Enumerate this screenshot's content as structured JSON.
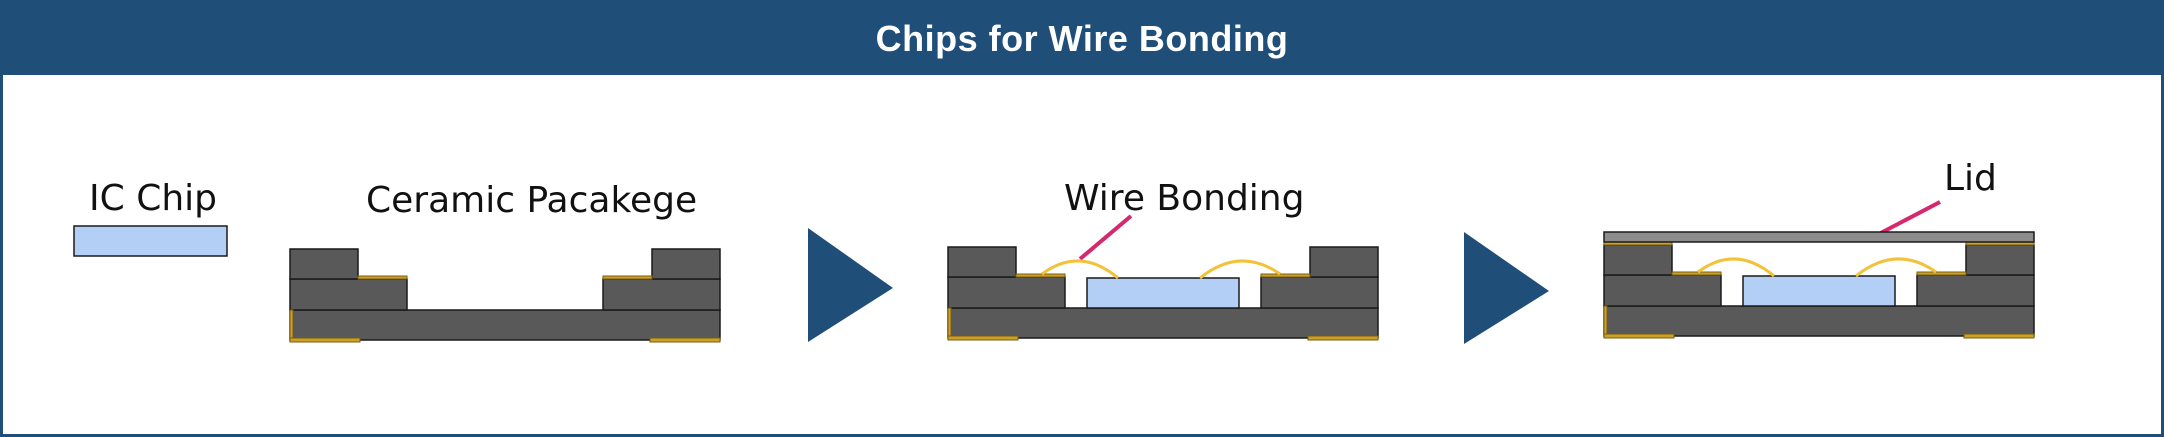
{
  "header": {
    "title": "Chips for Wire Bonding"
  },
  "labels": {
    "ic_chip": "IC Chip",
    "ceramic_package": "Ceramic Pacakege",
    "wire_bonding": "Wire Bonding",
    "lid": "Lid"
  },
  "colors": {
    "brand": "#1f4e79",
    "package": "#595959",
    "chip": "#b4cff5",
    "pad": "#c9a227",
    "wire": "#f2c23b",
    "leader": "#d6286f",
    "lid": "#8c8c8c"
  }
}
